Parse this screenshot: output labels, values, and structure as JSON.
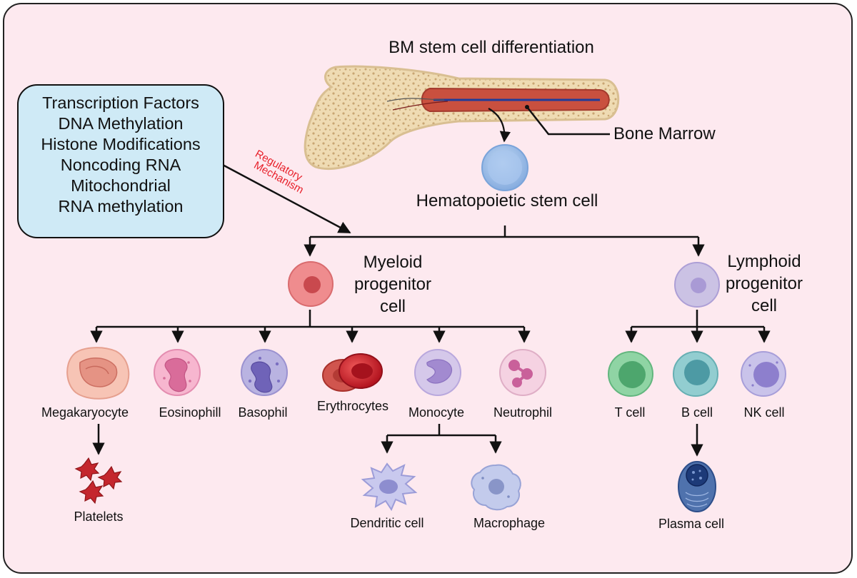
{
  "title": "BM stem cell differentiation",
  "regulatory_box": {
    "items": [
      "Transcription Factors",
      "DNA Methylation",
      "Histone Modifications",
      "Noncoding RNA",
      "Mitochondrial",
      "RNA methylation"
    ],
    "arrow_label_line1": "Regulatory",
    "arrow_label_line2": "Mechanism"
  },
  "bone_marrow_label": "Bone Marrow",
  "hsc_label": "Hematopoietic stem cell",
  "myeloid": {
    "label_line1": "Myeloid",
    "label_line2": "progenitor",
    "label_line3": "cell",
    "children": [
      "Megakaryocyte",
      "Eosinophill",
      "Basophil",
      "Erythrocytes",
      "Monocyte",
      "Neutrophil"
    ]
  },
  "lymphoid": {
    "label_line1": "Lymphoid",
    "label_line2": "progenitor",
    "label_line3": "cell",
    "children": [
      "T cell",
      "B cell",
      "NK cell"
    ]
  },
  "platelets_label": "Platelets",
  "monocyte_children": [
    "Dendritic cell",
    "Macrophage"
  ],
  "plasma_cell_label": "Plasma cell",
  "colors": {
    "background": "#fde9ef",
    "regulatory_box": "#cfeaf6",
    "regulatory_text": "#e8202a",
    "bone": "#f0ddb8",
    "marrow": "#c9503f",
    "hsc": "#9cc0ea",
    "myeloid": "#ef8c8e",
    "lymphoid": "#cbc2e4",
    "t_cell": "#8fd4a4",
    "b_cell": "#92cdd0",
    "nk_cell": "#c9c3ea"
  }
}
